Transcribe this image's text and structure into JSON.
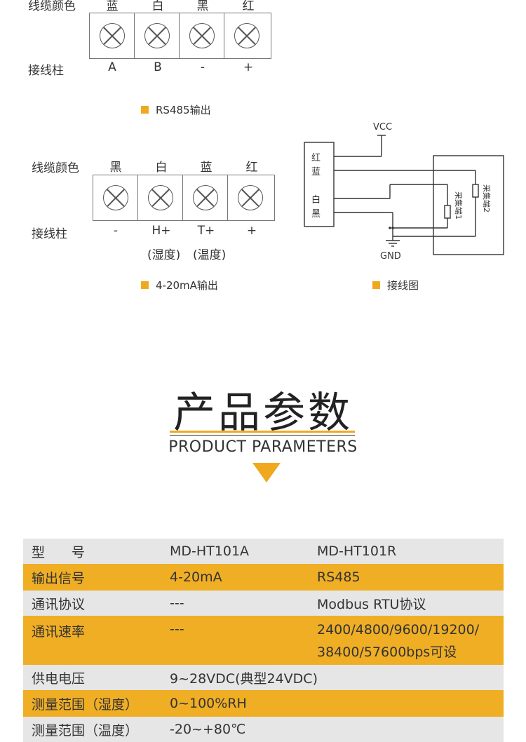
{
  "diagram1": {
    "row1_label": "线缆颜色",
    "row2_label": "接线柱",
    "colors": [
      "蓝",
      "白",
      "黑",
      "红"
    ],
    "posts": [
      "A",
      "B",
      "-",
      "+"
    ],
    "legend": "RS485输出"
  },
  "diagram2": {
    "row1_label": "线缆颜色",
    "row2_label": "接线柱",
    "colors": [
      "黑",
      "白",
      "蓝",
      "红"
    ],
    "posts": [
      "-",
      "H+",
      "T+",
      "+"
    ],
    "post_notes": [
      "(湿度)",
      "(温度)"
    ],
    "legend": "4-20mA输出"
  },
  "wiring": {
    "vcc": "VCC",
    "gnd": "GND",
    "wires": [
      "红",
      "蓝",
      "白",
      "黑"
    ],
    "collector1": "采集端1",
    "collector2": "采集端2",
    "legend": "接线图"
  },
  "section": {
    "title_cn": "产品参数",
    "title_en": "PRODUCT PARAMETERS"
  },
  "colors": {
    "accent": "#f0a91f",
    "row_gray": "#e6e6e6",
    "row_orange": "#efae24"
  },
  "params": {
    "rows": [
      {
        "label": "型　　号",
        "a": "MD-HT101A",
        "b": "MD-HT101R",
        "style": "g"
      },
      {
        "label": "输出信号",
        "a": "4-20mA",
        "b": "RS485",
        "style": "o"
      },
      {
        "label": "通讯协议",
        "a": "---",
        "b": "Modbus RTU协议",
        "style": "g"
      },
      {
        "label": "通讯速率",
        "a": "---",
        "b": "2400/4800/9600/19200/",
        "b2": "38400/57600bps可设",
        "style": "o"
      },
      {
        "label": "供电电压",
        "a": "9~28VDC(典型24VDC)",
        "b": "",
        "style": "g"
      },
      {
        "label": "测量范围（湿度）",
        "a": "0~100%RH",
        "b": "",
        "style": "o"
      },
      {
        "label": "测量范围（温度）",
        "a": "-20~+80℃",
        "b": "",
        "style": "g"
      }
    ]
  }
}
